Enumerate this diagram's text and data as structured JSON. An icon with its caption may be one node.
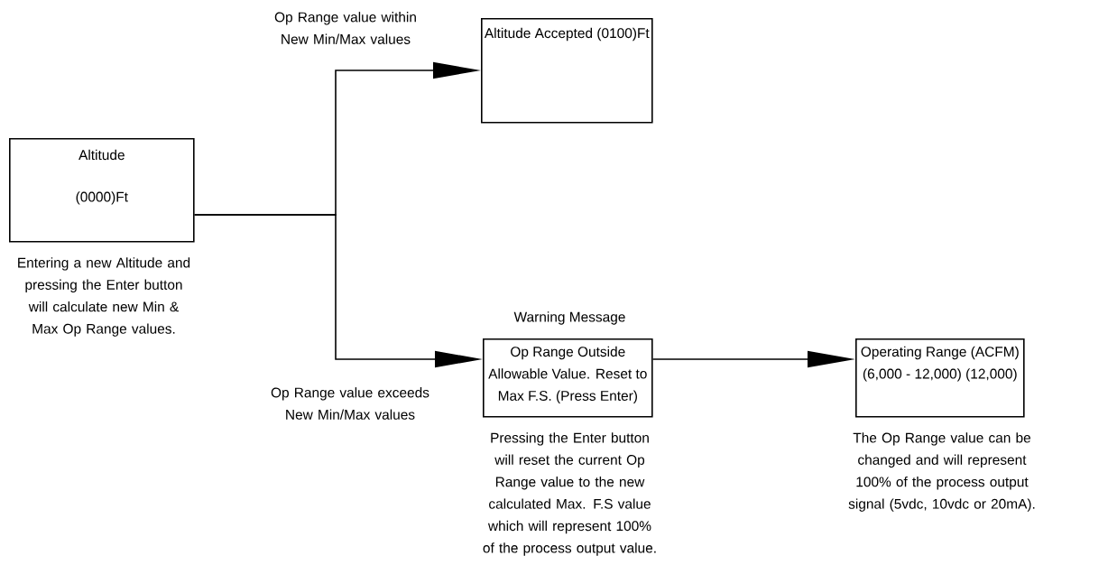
{
  "diagram": {
    "nodes": [
      {
        "text": [
          "Altitude",
          "(0000)Ft"
        ],
        "beside": [
          "Entering a new Altitude and pressing the Enter button will calculate new Min & Max Op Range values."
        ]
      },
      {
        "text": [
          "Altitude Accepted (0100)Ft"
        ]
      },
      {
        "text": [
          "Warning Message",
          "Op Range Outside Allowable Value. Reset to Max F.S. (Press Enter)"
        ],
        "beside": [
          "Pressing the Enter button will reset the current Op Range value to the new calculated Max. F.S value which will represent 100% of the process output value."
        ]
      },
      {
        "text": [
          "Operating Range (ACFM) (6,000 - 12,000) (12,000)"
        ],
        "beside": [
          "The Op Range value can be changed and will represent 100% of the process output signal (5vdc, 10vdc or 20mA)."
        ]
      }
    ],
    "edges": [
      {
        "from": 0,
        "to": 1,
        "arrow": "to",
        "label": "Op Range value within New Min/Max values"
      },
      {
        "from": 0,
        "to": 2,
        "arrow": "to",
        "label": "Op Range value exceeds New Min/Max values"
      },
      {
        "from": 2,
        "to": 3,
        "arrow": "to"
      }
    ]
  }
}
